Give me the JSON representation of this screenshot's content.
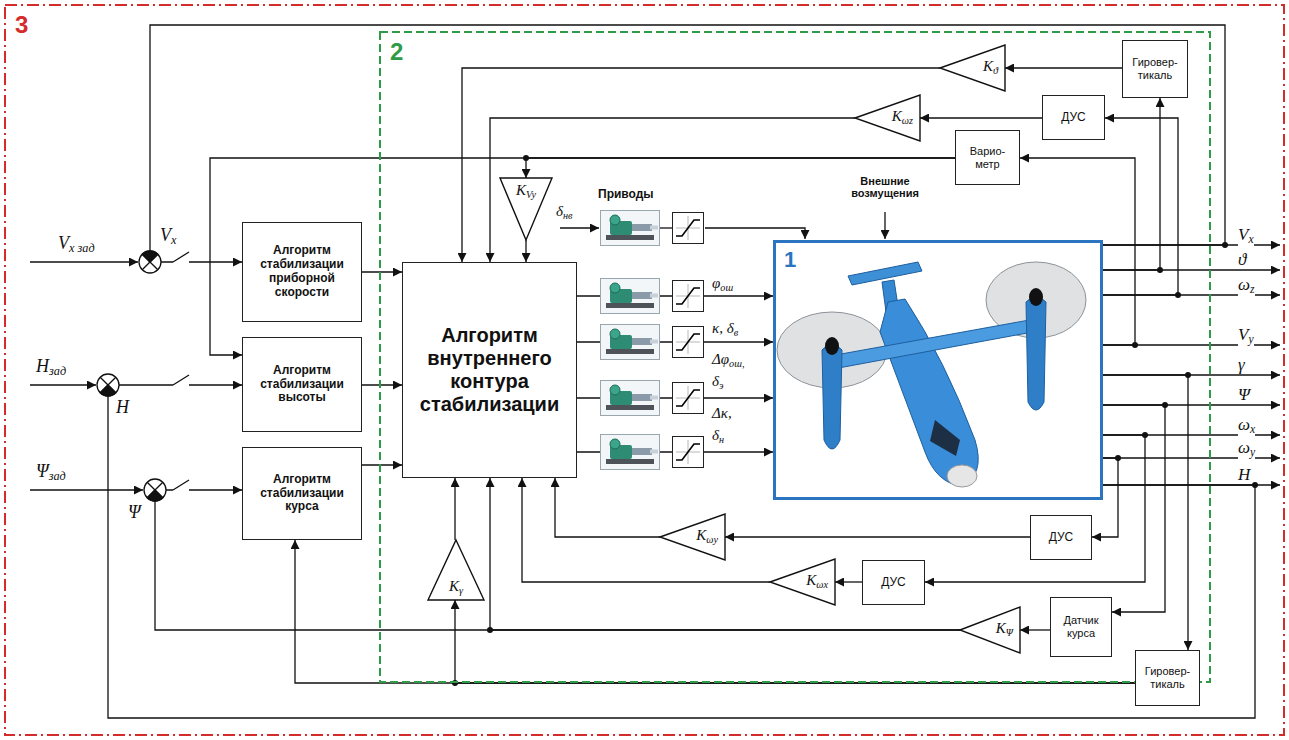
{
  "diagram": {
    "nodes": [
      {
        "text": [
          "3"
        ]
      },
      {
        "text": [
          "2"
        ],
        "in": 0
      },
      {
        "text": [
          "Алгоритм стабилизации приборной скорости"
        ],
        "in": 0
      },
      {
        "text": [
          "Алгоритм стабилизации высоты"
        ],
        "in": 0
      },
      {
        "text": [
          "Алгоритм стабилизации курса"
        ],
        "in": 0
      },
      {
        "text": [
          "Алгоритм внутреннего контура стабилизации"
        ],
        "in": 1
      },
      {
        "text": [
          "1"
        ],
        "in": 1
      },
      {
        "text": [
          "Гировер- тикаль"
        ],
        "in": 1
      },
      {
        "text": [
          "Kϑ"
        ],
        "in": 1
      },
      {
        "text": [
          "ДУС"
        ],
        "in": 1
      },
      {
        "text": [
          "Kωz"
        ],
        "in": 1
      },
      {
        "text": [
          "Варио- метр"
        ],
        "in": 1
      },
      {
        "text": [
          "KVy"
        ],
        "in": 1
      },
      {
        "text": [
          "ДУС"
        ],
        "in": 1
      },
      {
        "text": [
          "Kωy"
        ],
        "in": 1
      },
      {
        "text": [
          "ДУС"
        ],
        "in": 1
      },
      {
        "text": [
          "Kωx"
        ],
        "in": 1
      },
      {
        "text": [
          "Датчик курса"
        ],
        "in": 1
      },
      {
        "text": [
          "KΨ"
        ],
        "in": 1
      },
      {
        "text": [
          "Kγ"
        ],
        "in": 1
      },
      {
        "text": [
          "Гировер- тикаль"
        ],
        "in": 0
      }
    ],
    "edges": [
      {
        "from": 2,
        "to": 5,
        "arrow": "to"
      },
      {
        "from": 3,
        "to": 5,
        "arrow": "to"
      },
      {
        "from": 4,
        "to": 5,
        "arrow": "to"
      },
      {
        "from": 5,
        "to": 6,
        "arrow": "to"
      },
      {
        "from": 5,
        "to": 6,
        "arrow": "to"
      },
      {
        "from": 5,
        "to": 6,
        "arrow": "to"
      },
      {
        "from": 5,
        "to": 6,
        "arrow": "to"
      },
      {
        "from": 6,
        "to": 7,
        "arrow": "to"
      },
      {
        "from": 7,
        "to": 8,
        "arrow": "to"
      },
      {
        "from": 8,
        "to": 5,
        "arrow": "to"
      },
      {
        "from": 6,
        "to": 9,
        "arrow": "to"
      },
      {
        "from": 9,
        "to": 10,
        "arrow": "to"
      },
      {
        "from": 10,
        "to": 5,
        "arrow": "to"
      },
      {
        "from": 6,
        "to": 11,
        "arrow": "to"
      },
      {
        "from": 11,
        "to": 12,
        "arrow": "to"
      },
      {
        "from": 11,
        "to": 3,
        "arrow": "to"
      },
      {
        "from": 12,
        "to": 5,
        "arrow": "to"
      },
      {
        "from": 6,
        "to": 13,
        "arrow": "to"
      },
      {
        "from": 13,
        "to": 14,
        "arrow": "to"
      },
      {
        "from": 14,
        "to": 5,
        "arrow": "to"
      },
      {
        "from": 6,
        "to": 15,
        "arrow": "to"
      },
      {
        "from": 15,
        "to": 16,
        "arrow": "to"
      },
      {
        "from": 16,
        "to": 5,
        "arrow": "to"
      },
      {
        "from": 6,
        "to": 17,
        "arrow": "to"
      },
      {
        "from": 17,
        "to": 18,
        "arrow": "to"
      },
      {
        "from": 18,
        "to": 4,
        "arrow": "to"
      },
      {
        "from": 18,
        "to": 5,
        "arrow": "to"
      },
      {
        "from": 6,
        "to": 20,
        "arrow": "to"
      },
      {
        "from": 20,
        "to": 19,
        "arrow": "to"
      },
      {
        "from": 19,
        "to": 5,
        "arrow": "to"
      },
      {
        "from": 20,
        "to": 4,
        "arrow": "to"
      },
      {
        "from": 6,
        "to": 2,
        "arrow": "to"
      },
      {
        "from": 6,
        "to": 3,
        "arrow": "to"
      }
    ],
    "labels": [
      "Vx зад",
      "Vx",
      "Hзад",
      "H",
      "Ψзад",
      "Ψ",
      "Приводы",
      "Внешние возмущения",
      "δнв",
      "φош",
      "κ, δв",
      "Δφош,",
      "δэ",
      "Δκ,",
      "δн",
      "Vx",
      "ϑ",
      "ωz",
      "Vy",
      "γ",
      "Ψ",
      "ωx",
      "ωy",
      "H"
    ]
  }
}
